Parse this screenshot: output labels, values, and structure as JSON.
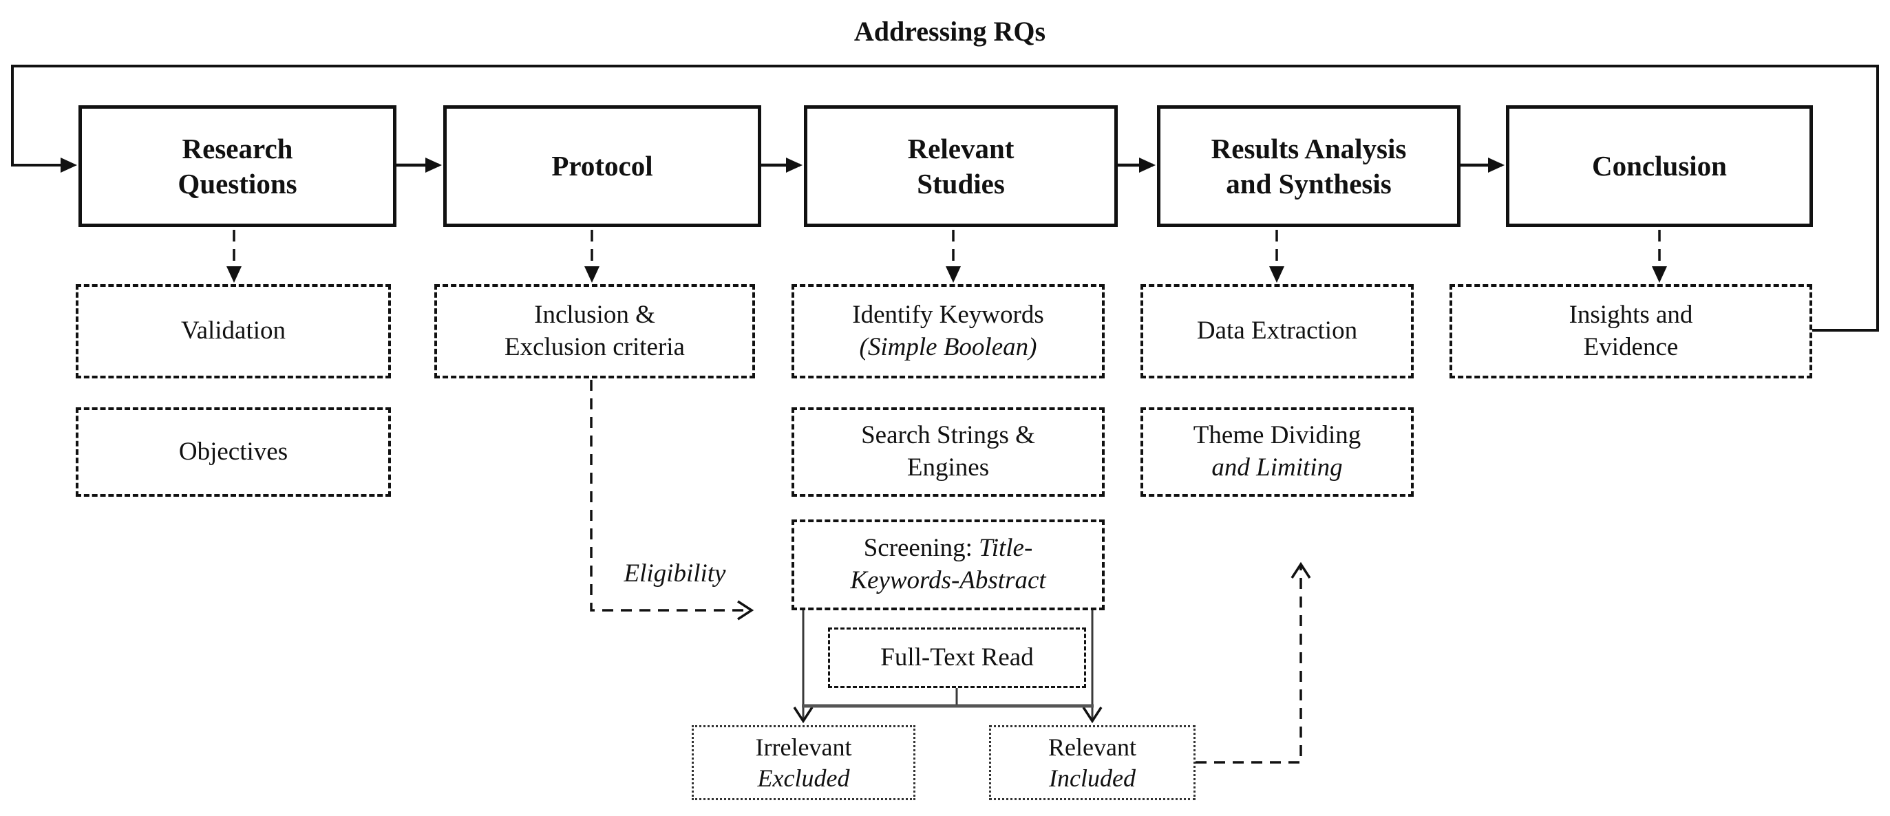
{
  "title": "Addressing RQs",
  "stages": [
    {
      "line1": "Research",
      "line2": "Questions"
    },
    {
      "line1": "Protocol",
      "line2": ""
    },
    {
      "line1": "Relevant",
      "line2": "Studies"
    },
    {
      "line1": "Results Analysis",
      "line2": "and Synthesis"
    },
    {
      "line1": "Conclusion",
      "line2": ""
    }
  ],
  "substeps": {
    "validation": "Validation",
    "objectives": "Objectives",
    "inclusion_line1": "Inclusion &",
    "inclusion_line2": "Exclusion criteria",
    "identify_line1": "Identify Keywords",
    "identify_line2": "(Simple Boolean)",
    "search_line1": "Search Strings &",
    "search_line2": "Engines",
    "screening_normal": "Screening: ",
    "screening_italic": "Title-",
    "screening_line2": "Keywords-Abstract",
    "full_text": "Full-Text Read",
    "data_extraction": "Data Extraction",
    "theme_line1": "Theme Dividing",
    "theme_line2": "and Limiting",
    "insights_line1": "Insights and",
    "insights_line2": "Evidence",
    "irrelevant_line1": "Irrelevant",
    "irrelevant_line2": "Excluded",
    "relevant_line1": "Relevant",
    "relevant_line2": "Included"
  },
  "edge_labels": {
    "eligibility": "Eligibility"
  },
  "colors": {
    "line": "#111111",
    "background": "#ffffff"
  }
}
